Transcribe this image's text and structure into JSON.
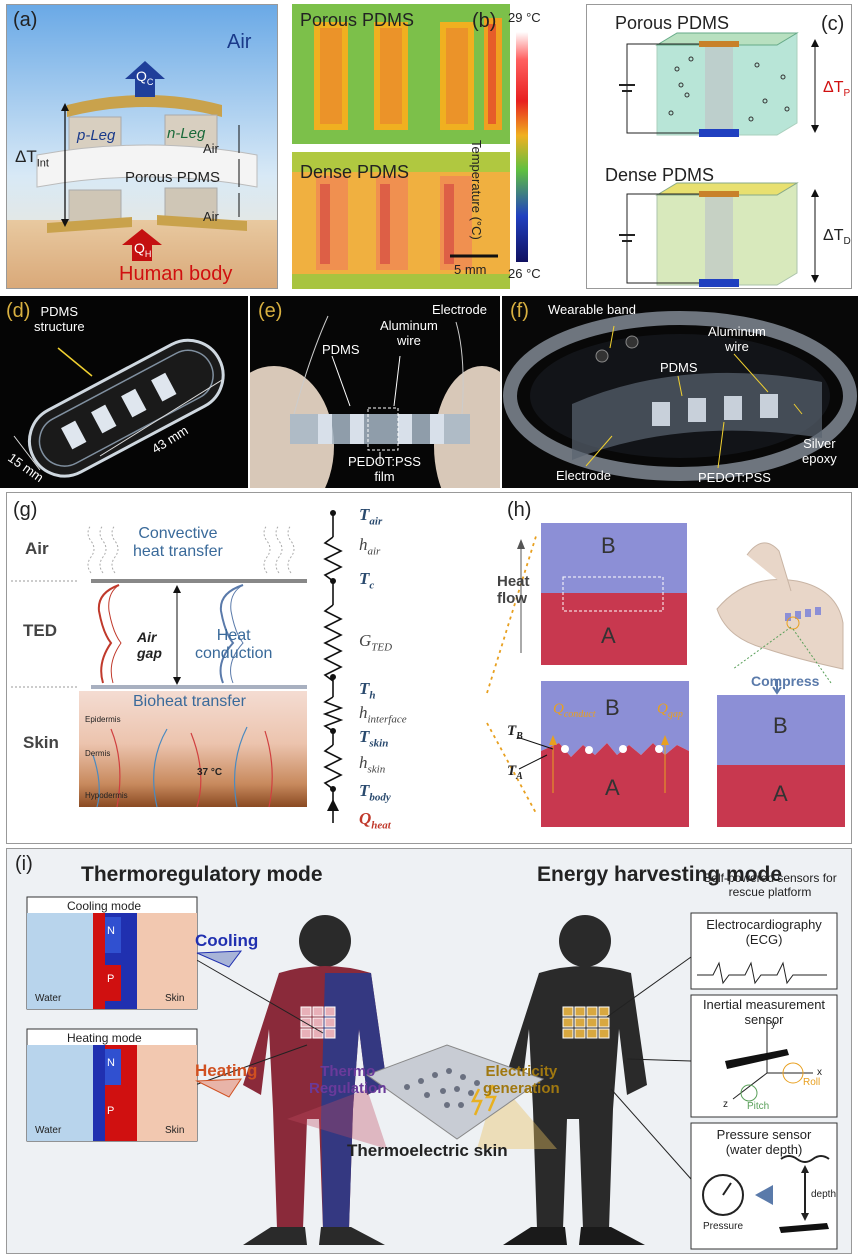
{
  "panel_a": {
    "letter": "(a)",
    "air": "Air",
    "qc": "Q",
    "qc_sub": "C",
    "qh": "Q",
    "qh_sub": "H",
    "p_leg": "p-Leg",
    "n_leg": "n-Leg",
    "air_upper": "Air",
    "air_lower": "Air",
    "porous": "Porous PDMS",
    "delta_t": "ΔT",
    "delta_t_sub": "Int",
    "human_body": "Human body"
  },
  "panel_b": {
    "letter": "(b)",
    "porous": "Porous PDMS",
    "dense": "Dense PDMS",
    "scale": "5 mm",
    "t_max": "29 °C",
    "t_min": "26 °C",
    "colorbar_label": "Temperature (°C)"
  },
  "panel_c": {
    "letter": "(c)",
    "porous": "Porous PDMS",
    "dense": "Dense PDMS",
    "dtp": "ΔT",
    "dtp_sub": "P",
    "dtd": "ΔT",
    "dtd_sub": "D"
  },
  "panel_d": {
    "letter": "(d)",
    "structure_1": "PDMS",
    "structure_2": "structure",
    "dim_w": "15 mm",
    "dim_l": "43 mm"
  },
  "panel_e": {
    "letter": "(e)",
    "electrode": "Electrode",
    "aluminum_1": "Aluminum",
    "aluminum_2": "wire",
    "pdms": "PDMS",
    "pedot_1": "PEDOT:PSS",
    "pedot_2": "film"
  },
  "panel_f": {
    "letter": "(f)",
    "band": "Wearable band",
    "aluminum_1": "Aluminum",
    "aluminum_2": "wire",
    "pdms": "PDMS",
    "silver_1": "Silver",
    "silver_2": "epoxy",
    "electrode": "Electrode",
    "pedot": "PEDOT:PSS"
  },
  "panel_g": {
    "letter": "(g)",
    "air": "Air",
    "ted": "TED",
    "skin": "Skin",
    "convective_1": "Convective",
    "convective_2": "heat transfer",
    "air_gap_1": "Air",
    "air_gap_2": "gap",
    "heat_cond_1": "Heat",
    "heat_cond_2": "conduction",
    "bioheat": "Bioheat transfer",
    "epidermis": "Epidermis",
    "dermis": "Dermis",
    "hypodermis": "Hypodermis",
    "temp": "37 °C",
    "circuit": [
      {
        "sym": "T",
        "sub": "air",
        "color": "#2a4a6e"
      },
      {
        "sym": "h",
        "sub": "air",
        "color": "#444"
      },
      {
        "sym": "T",
        "sub": "c",
        "color": "#2a4a6e"
      },
      {
        "sym": "G",
        "sub": "TED",
        "color": "#444"
      },
      {
        "sym": "T",
        "sub": "h",
        "color": "#2a4a6e"
      },
      {
        "sym": "h",
        "sub": "interface",
        "color": "#444"
      },
      {
        "sym": "T",
        "sub": "skin",
        "color": "#2a4a6e"
      },
      {
        "sym": "h",
        "sub": "skin",
        "color": "#444"
      },
      {
        "sym": "T",
        "sub": "body",
        "color": "#2a4a6e"
      },
      {
        "sym": "Q",
        "sub": "heat",
        "color": "#c0392b"
      }
    ]
  },
  "panel_h": {
    "letter": "(h)",
    "b": "B",
    "a": "A",
    "heat_flow_1": "Heat",
    "heat_flow_2": "flow",
    "q_conduct": "Q",
    "q_conduct_sub": "conduct",
    "q_gap": "Q",
    "q_gap_sub": "gap",
    "tb": "T",
    "tb_sub": "B",
    "ta": "T",
    "ta_sub": "A",
    "compress": "Compress"
  },
  "panel_i": {
    "letter": "(i)",
    "thermo_title": "Thermoregulatory mode",
    "energy_title": "Energy harvesting mode",
    "cooling_mode": "Cooling mode",
    "heating_mode": "Heating mode",
    "water": "Water",
    "skin": "Skin",
    "n": "N",
    "p": "P",
    "cooling_vertical": "Cooling",
    "heating_vertical": "Heating",
    "cooling": "Cooling",
    "heating": "Heating",
    "thermo_reg_1": "Thermo",
    "thermo_reg_2": "Regulation",
    "elec_gen_1": "Electricity",
    "elec_gen_2": "generation",
    "thermo_skin": "Thermoelectric skin",
    "self_powered_1": "Self-powered sensors for",
    "self_powered_2": "rescue platform",
    "ecg_1": "Electrocardiography",
    "ecg_2": "(ECG)",
    "imu_1": "Inertial measurement",
    "imu_2": "sensor",
    "axis_y": "y",
    "axis_x": "x",
    "axis_z": "z",
    "roll": "Roll",
    "pitch": "Pitch",
    "pressure_1": "Pressure sensor",
    "pressure_2": "(water depth)",
    "depth": "depth",
    "pressure": "Pressure"
  },
  "colors": {
    "thermal_green": "#7cc04a",
    "thermal_orange": "#f0a020",
    "material_b": "#8c8fd6",
    "material_a": "#c8384f",
    "hot_red": "#d01010",
    "cool_blue": "#2030b0"
  }
}
